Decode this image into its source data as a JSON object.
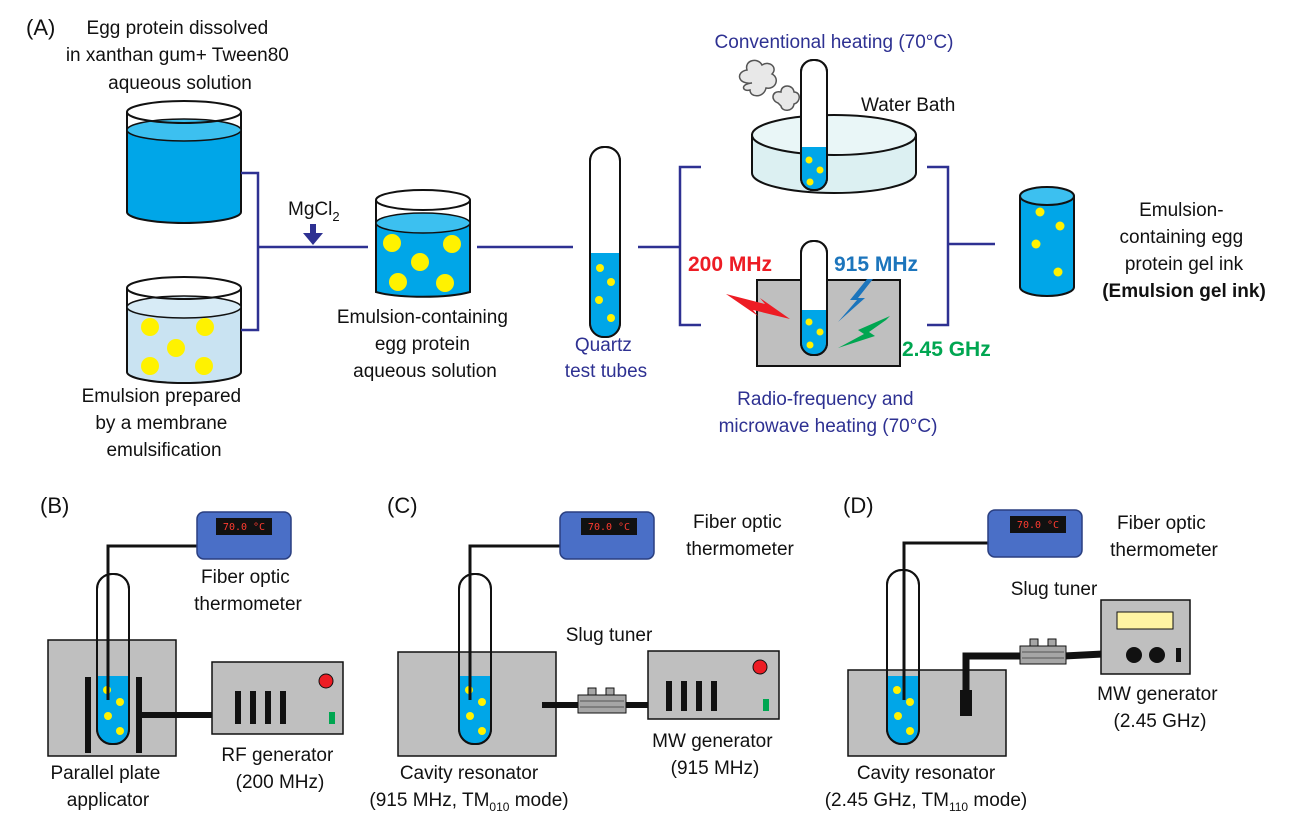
{
  "panels": {
    "a": "(A)",
    "b": "(B)",
    "c": "(C)",
    "d": "(D)"
  },
  "a": {
    "egg_solution": [
      "Egg protein dissolved",
      "in xanthan gum+ Tween80",
      "aqueous solution"
    ],
    "emulsion_prep": [
      "Emulsion prepared",
      "by a membrane",
      "emulsification"
    ],
    "mgcl_base": "MgCl",
    "mgcl_sub": "2",
    "mixture": [
      "Emulsion-containing",
      "egg protein",
      "aqueous solution"
    ],
    "tubes": [
      "Quartz",
      "test tubes"
    ],
    "conventional": "Conventional heating (70°C)",
    "water_bath": "Water Bath",
    "rf_mw": [
      "Radio-frequency and",
      "microwave heating (70°C)"
    ],
    "freq_200": "200 MHz",
    "freq_915": "915 MHz",
    "freq_245": "2.45 GHz",
    "product": [
      "Emulsion-",
      "containing egg",
      "protein gel ink"
    ],
    "product_bold": "(Emulsion gel ink)"
  },
  "b": {
    "display": "70.0 °C",
    "thermometer": [
      "Fiber optic",
      "thermometer"
    ],
    "applicator": [
      "Parallel plate",
      "applicator"
    ],
    "generator": [
      "RF generator",
      "(200 MHz)"
    ]
  },
  "c": {
    "display": "70.0 °C",
    "thermometer": [
      "Fiber optic",
      "thermometer"
    ],
    "slug": "Slug tuner",
    "generator": [
      "MW generator",
      "(915 MHz)"
    ],
    "resonator": "Cavity resonator",
    "mode_pre": "(915 MHz, TM",
    "mode_sub": "010",
    "mode_post": " mode)"
  },
  "d": {
    "display": "70.0 °C",
    "thermometer": [
      "Fiber optic",
      "thermometer"
    ],
    "slug": "Slug tuner",
    "generator": [
      "MW generator",
      "(2.45 GHz)"
    ],
    "resonator": "Cavity resonator",
    "mode_pre": "(2.45 GHz, TM",
    "mode_sub": "110",
    "mode_post": " mode)"
  },
  "colors": {
    "line": "#2e3192",
    "liquid": "#00a6e8",
    "droplet": "#fff200",
    "red": "#ed1c24",
    "blue": "#1c75bc",
    "green": "#00a651",
    "box": "#bfbfbf",
    "thermo": "#4a6fc7",
    "bath": "#dcf0f2"
  }
}
